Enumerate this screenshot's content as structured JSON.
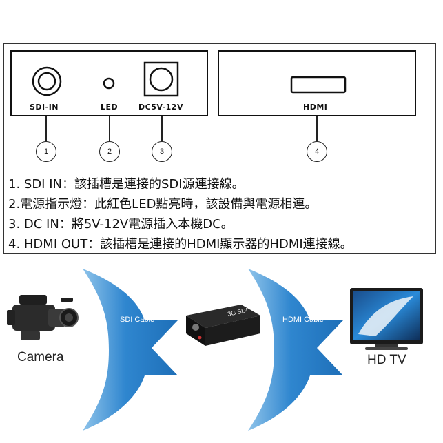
{
  "ports": {
    "sdi_in": "SDI-IN",
    "led": "LED",
    "dc": "DC5V-12V",
    "hdmi": "HDMI"
  },
  "callouts": [
    "1",
    "2",
    "3",
    "4"
  ],
  "descriptions": [
    "1. SDI IN：該插槽是連接的SDI源連接線。",
    "2.電源指示燈：此紅色LED點亮時，該設備與電源相連。",
    "3. DC IN：將5V-12V電源插入本機DC。",
    "4. HDMI OUT：該插槽是連接的HDMI顯示器的HDMI連接線。"
  ],
  "flow": {
    "sdi_cable": "SDI Cable",
    "hdmi_cable": "HDMI Cable",
    "camera": "Camera",
    "hdtv": "HD TV",
    "device_text": "3G SDI"
  },
  "colors": {
    "arrow_blue": "#1e6fb8",
    "arrow_light": "#8ec3ea",
    "tv_screen": "#1a78c8"
  }
}
